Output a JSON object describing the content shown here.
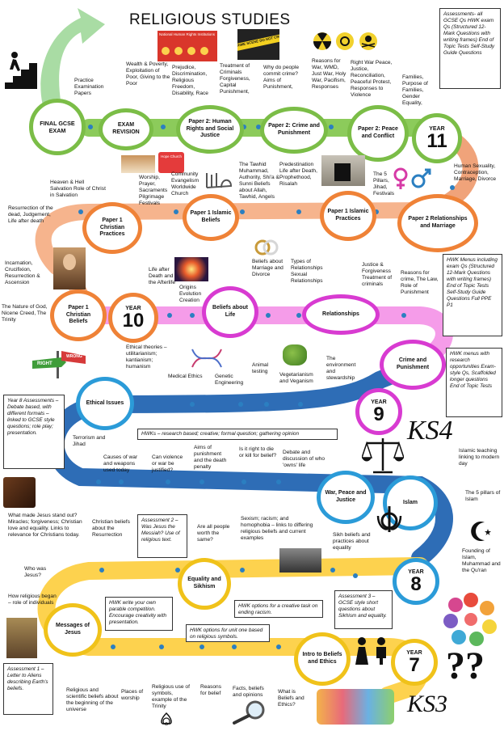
{
  "title": "RELIGIOUS STUDIES",
  "colors": {
    "green": "#7bbd47",
    "orange": "#f0a37a",
    "pink": "#f08be0",
    "blue": "#2e6db6",
    "yellow": "#fdd24e"
  },
  "nodes": {
    "final_exam": "FINAL GCSE EXAM",
    "exam_revision": "EXAM REVISION",
    "human_rights": "Paper 2: Human Rights and Social Justice",
    "crime_punishment": "Paper 2: Crime and Punishment",
    "peace_conflict": "Paper 2: Peace and Conflict",
    "christian_practices": "Paper 1 Christian Practices",
    "islamic_beliefs": "Paper 1 Islamic Beliefs",
    "islamic_practices": "Paper 1 Islamic Practices",
    "relationships_marriage": "Paper 2 Relationships and Marriage",
    "christian_beliefs": "Paper 1 Christian Beliefs",
    "beliefs_about_life": "Beliefs about Life",
    "relationships": "Relationships",
    "crime_and_punishment": "Crime and Punishment",
    "ethical_issues": "Ethical Issues",
    "war_peace_justice": "War, Peace and Justice",
    "islam": "Islam",
    "equality_sikhism": "Equality and Sikhism",
    "messages_jesus": "Messages of Jesus",
    "intro_beliefs": "Intro to Beliefs and Ethics"
  },
  "years": {
    "label": "YEAR",
    "y11": "11",
    "y10": "10",
    "y9": "9",
    "y8": "8",
    "y7": "7"
  },
  "labels": {
    "practice_papers": "Practice Examination Papers",
    "wealth": "Wealth & Poverty, Exploitation of Poor, Giving to the Poor",
    "prejudice": "Prejudice, Discrimination, Religious Freedom, Disability, Race",
    "treatment_criminals": "Treatment of Criminals Forgiveness, Capital Punishment,",
    "why_crime": "Why do people commit crime? Aims of Punishment,",
    "reasons_war": "Reasons for War, WMD, Just War, Holy War, Pacifism, Responses",
    "right_war": "Right War Peace, Justice, Reconciliation, Peaceful Protest, Responses to Violence",
    "families": "Families, Purpose of Families, Gender Equality,",
    "human_sexuality": "Human Sexuality, Contraception, Marriage, Divorce",
    "heaven_hell": "Heaven & Hell Salvation Role of Christ in Salvation",
    "worship": "Worship, Prayer, Sacraments Pilgrimage Festivals",
    "community": "Community Evangelism Worldwide Church",
    "tawhid": "The Tawhid Muhammad, Authority, Shi'a & Sunni Beliefs about Allah, Tawhid, Angels",
    "predestination": "Predestination Life after Death, Prophethood, Risalah",
    "five_pillars_jihad": "The 5 Pillars, Jihad, Festivals",
    "resurrection": "Resurrection of the dead, Judgement, Life after death",
    "incarnation": "Incarnation, Crucifixion, Resurrection & Ascension",
    "nature_god": "The Nature of God, Nicene Creed, The Trinity",
    "life_after_death": "Life after Death and the Afterlife",
    "origins": "Origins Evolution Creation",
    "beliefs_marriage": "Beliefs about Marriage and Divorce",
    "types_relationships": "Types of Relationships Sexual Relationships",
    "justice_forgiveness": "Justice & Forgiveness Treatment of criminals",
    "reasons_crime": "Reasons for crime, The Law, Role of Punishment",
    "ethical_theories": "Ethical theories – utilitarianism; kantianism; humanism",
    "medical_ethics": "Medical Ethics",
    "genetic_engineering": "Genetic Engineering",
    "animal_testing": "Animal testing",
    "vegetarianism": "Vegetarianism and Veganism",
    "environment": "The environment and stewardship",
    "terrorism": "Terrorism and Jihad",
    "causes_war": "Causes of war and weapons used today",
    "violence_justified": "Can violence or war be justified?",
    "aims_punishment": "Aims of punishment and the death penalty",
    "right_to_die": "Is it right to die or kill for belief?",
    "debate_life": "Debate and discussion of who 'owns' life",
    "islamic_teaching": "Islamic teaching linking to modern day",
    "five_pillars_islam": "The 5 pillars of Islam",
    "founding_islam": "Founding of Islam, Muhammad and the Qu'ran",
    "what_made_jesus": "What made Jesus stand out? Miracles; forgiveness; Christian love and equality. Links to relevance for Christians today.",
    "christian_resurrection": "Christian beliefs about the Resurrection",
    "all_equal": "Are all people worth the same?",
    "sexism": "Sexism; racism; and homophobia – links to differing religious beliefs and current examples",
    "sikh_beliefs": "Sikh beliefs and practices about equality",
    "who_jesus": "Who was Jesus?",
    "religion_began": "How religious began – role of individuals",
    "religious_scientific": "Religious and scientific beliefs about the beginning of the universe",
    "places_worship": "Places of worship",
    "religious_symbols": "Religious use of symbols, example of the Trinity",
    "reasons_belief": "Reasons for belief",
    "facts_beliefs": "Facts, beliefs and opinions",
    "what_is_beliefs": "What is Beliefs and Ethics?"
  },
  "boxes": {
    "assess_gcse": "Assessments- all GCSE Qs HWK exam Qs (Structured 12-Mark Questions with writing frames) End of Topic Tests Self-Study Guide Questions",
    "hwk_menus_y10": "HWK Menus including exam Qs (Structured 12-Mark Questions with writing frames) End of Topic Tests Self-Study Guide Questions Full PPE P1",
    "hwk_menus_y9": "HWK menus with research opportunities Exam-style Qs, Scaffolded longer questions End of Topic Tests",
    "hwks_y9": "HWKs – research based; creative; formal question; gathering opinion",
    "year8_assess": "Year 8 Assessments – Debate based, with different formats – linked to GCSE style questions; role play; presentation.",
    "assess2": "Assessment 2 – Was Jesus the Messiah? Use of religious text.",
    "hwk_parable": "HWK write your own parable competition. Encourage creativity with presentation.",
    "hwk_creative": "HWK options for a creative task on ending racism.",
    "assess3": "Assessment 3 – GCSE style short questions about Sikhism and equality.",
    "hwk_symbols": "HWK options for unit one based on religious symbols.",
    "assess1": "Assessment 1 – Letter to Aliens describing Earth's beliefs."
  },
  "pictures": {
    "poster_caption": "National Human Rights Institutions",
    "crime_tape": "CRIME SCENE DO NOT CROSS",
    "hope_text": "Hope Church",
    "rights": "RIGHT",
    "wrong": "WRONG",
    "ks4": "KS4",
    "ks3": "KS3"
  }
}
